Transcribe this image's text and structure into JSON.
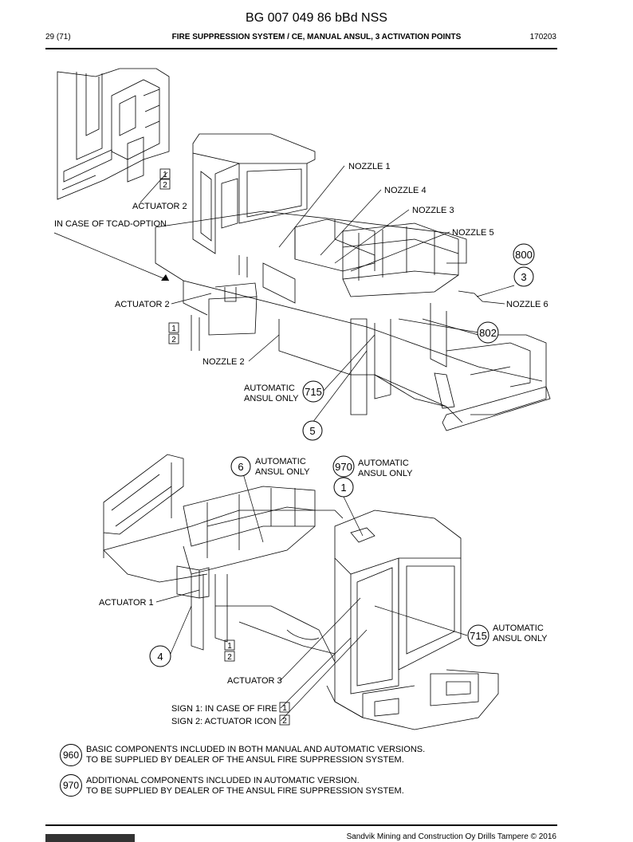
{
  "header": {
    "doc_title": "BG 007 049 86 bBd NSS",
    "page": "29 (71)",
    "section_title": "FIRE SUPPRESSION SYSTEM / CE, MANUAL ANSUL, 3 ACTIVATION POINTS",
    "date_code": "170203"
  },
  "top_view": {
    "nozzle_1": "NOZZLE 1",
    "nozzle_4": "NOZZLE 4",
    "nozzle_3": "NOZZLE 3",
    "nozzle_5": "NOZZLE 5",
    "nozzle_6": "NOZZLE 6",
    "nozzle_2": "NOZZLE 2",
    "actuator_2_inset": "ACTUATOR 2",
    "tcad_option": "IN CASE OF TCAD-OPTION",
    "actuator_2": "ACTUATOR 2",
    "auto_line1": "AUTOMATIC",
    "auto_line2": "ANSUL ONLY",
    "callouts": {
      "c800": "800",
      "c3": "3",
      "c802": "802",
      "c715": "715",
      "c5": "5"
    },
    "sign_1": "1",
    "sign_2": "2"
  },
  "bottom_view": {
    "auto_a_line1": "AUTOMATIC",
    "auto_a_line2": "ANSUL ONLY",
    "auto_b_line1": "AUTOMATIC",
    "auto_b_line2": "ANSUL ONLY",
    "auto_c_line1": "AUTOMATIC",
    "auto_c_line2": "ANSUL ONLY",
    "actuator_1": "ACTUATOR 1",
    "actuator_3": "ACTUATOR 3",
    "sign_1_label": "SIGN 1: IN CASE OF FIRE",
    "sign_2_label": "SIGN 2: ACTUATOR ICON",
    "callouts": {
      "c6": "6",
      "c970": "970",
      "c1": "1",
      "c715": "715",
      "c4": "4"
    },
    "sign_1": "1",
    "sign_2": "2"
  },
  "notes": [
    {
      "badge": "960",
      "line1": "BASIC COMPONENTS INCLUDED IN BOTH MANUAL AND AUTOMATIC VERSIONS.",
      "line2": "TO BE SUPPLIED BY DEALER OF THE ANSUL FIRE SUPPRESSION SYSTEM."
    },
    {
      "badge": "970",
      "line1": "ADDITIONAL COMPONENTS INCLUDED IN AUTOMATIC VERSION.",
      "line2": "TO BE SUPPLIED BY DEALER OF THE ANSUL FIRE SUPPRESSION SYSTEM."
    }
  ],
  "footer": {
    "copyright": "Sandvik Mining and Construction Oy Drills Tampere © 2016"
  }
}
